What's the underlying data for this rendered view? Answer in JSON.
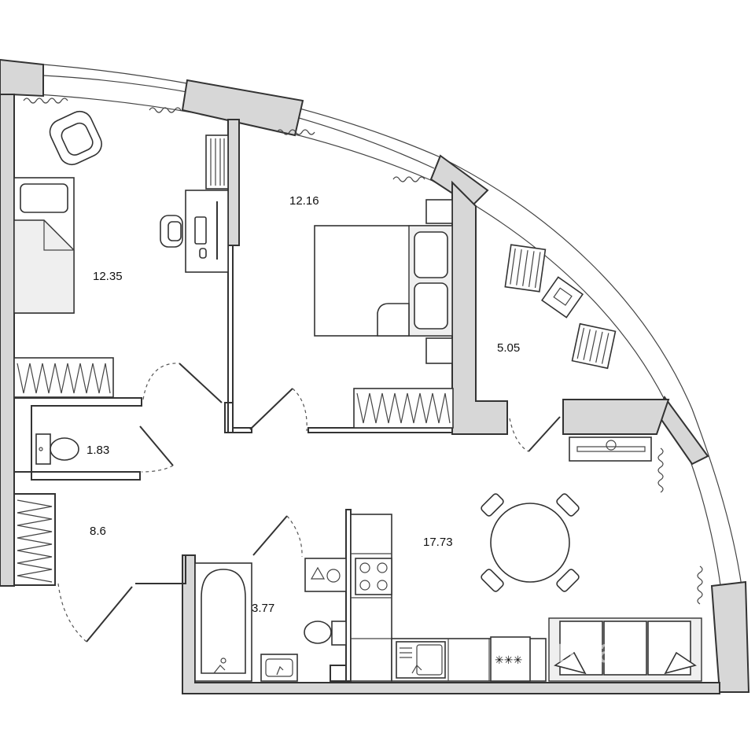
{
  "rooms": [
    {
      "id": "room-1",
      "area": "12.35"
    },
    {
      "id": "room-2",
      "area": "12.16"
    },
    {
      "id": "balcony",
      "area": "5.05"
    },
    {
      "id": "wc",
      "area": "1.83"
    },
    {
      "id": "hall",
      "area": "8.6"
    },
    {
      "id": "bathroom",
      "area": "3.77"
    },
    {
      "id": "kitchen-living",
      "area": "17.73"
    }
  ],
  "watermark": "циан"
}
